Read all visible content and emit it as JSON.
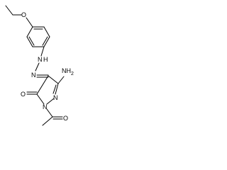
{
  "molecule": {
    "atoms": {
      "ether_oxygen": "O",
      "hydrazone_nh": "N",
      "hydrazone_nh_h": "H",
      "hydrazone_n": "N",
      "amino": "NH",
      "amino_subscript": "2",
      "ring_n_upper": "N",
      "ring_n_lower": "N",
      "carbonyl_ring": "O",
      "carbonyl_acetyl": "O"
    }
  }
}
